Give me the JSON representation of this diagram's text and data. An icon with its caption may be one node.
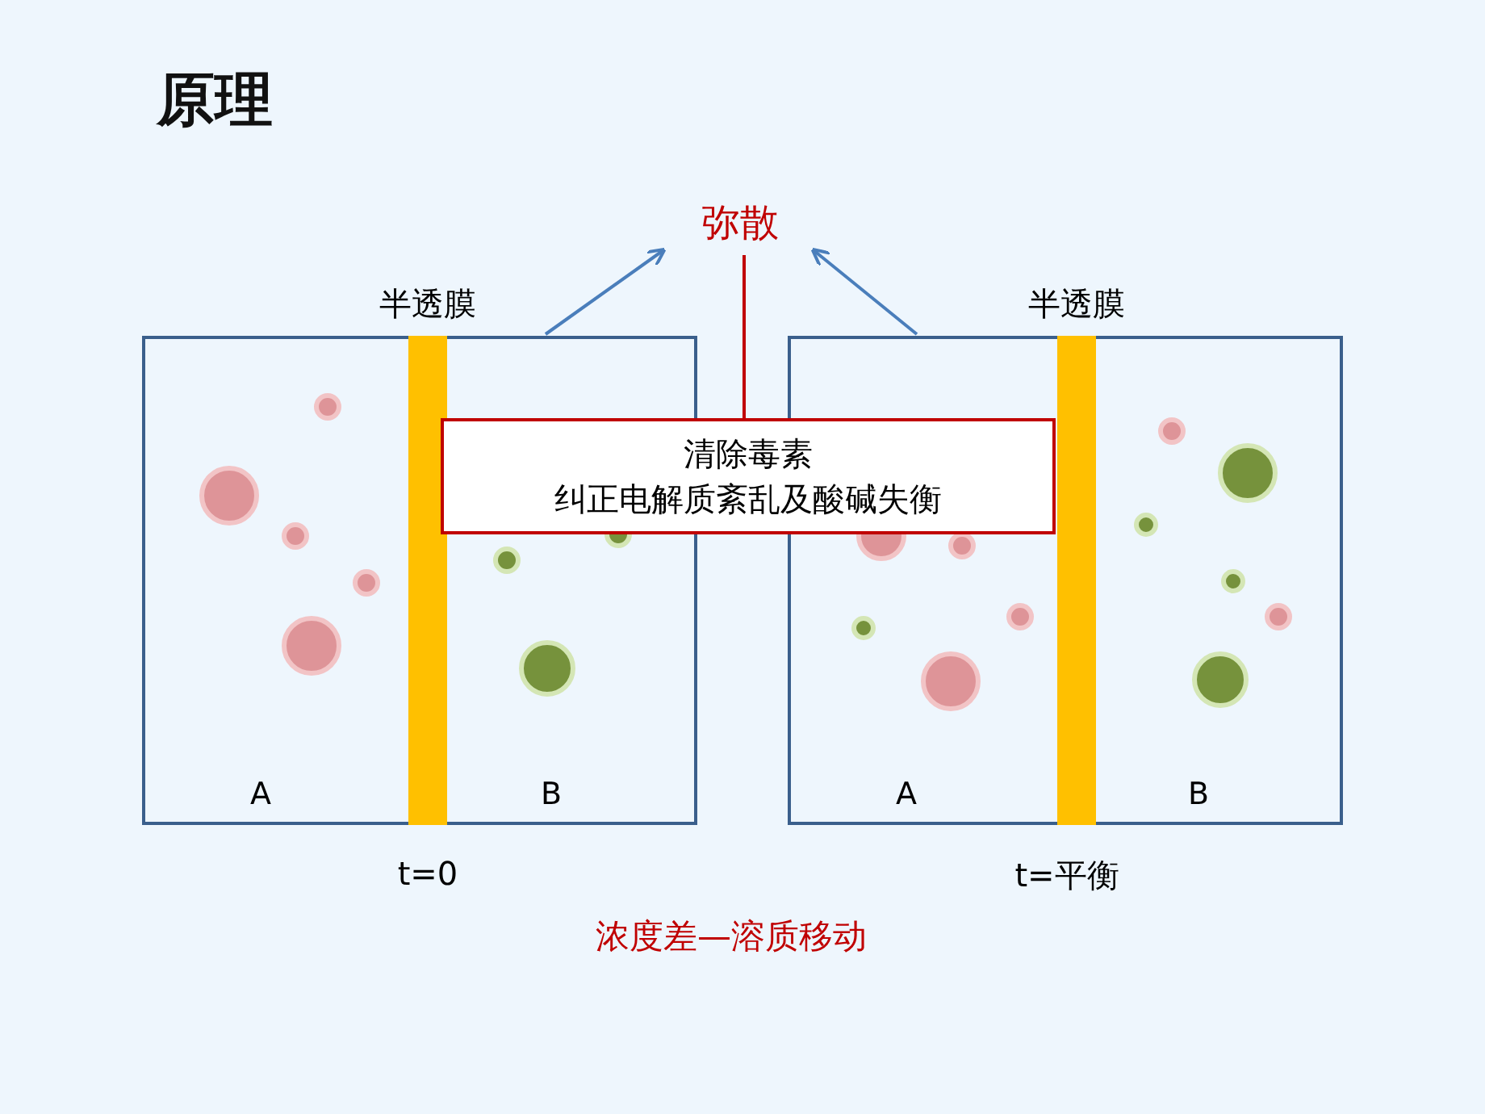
{
  "diagram": {
    "title": "原理",
    "caption": "浓度差—溶质移动",
    "nodes": [
      {
        "text": [
          "弥散"
        ]
      },
      {
        "text": [
          "A",
          "B"
        ],
        "beside": [
          "t=0"
        ]
      },
      {
        "text": [
          "半透膜"
        ],
        "in": 1
      },
      {
        "text": [
          "A",
          "B"
        ],
        "beside": [
          "t=平衡"
        ]
      },
      {
        "text": [
          "半透膜"
        ],
        "in": 3
      },
      {
        "text": [
          "清除毒素",
          "纠正电解质紊乱及酸碱失衡"
        ]
      }
    ],
    "edges": [
      {
        "from": 1,
        "to": 0,
        "arrow": "to"
      },
      {
        "from": 3,
        "to": 0,
        "arrow": "to"
      },
      {
        "from": 0,
        "to": 5,
        "arrow": "none",
        "color": "#c00000"
      }
    ]
  }
}
